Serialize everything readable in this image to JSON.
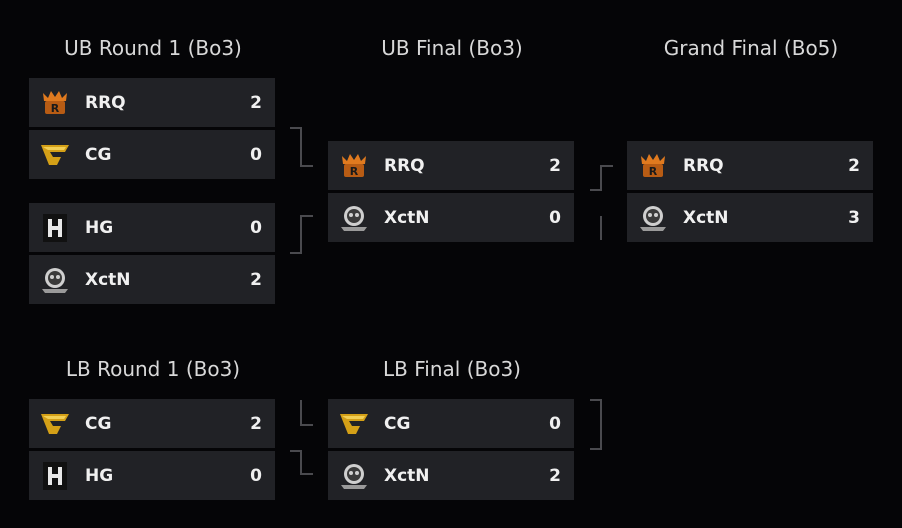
{
  "columns": {
    "ub_round1": "UB Round 1 (Bo3)",
    "ub_final": "UB Final (Bo3)",
    "grand_final": "Grand Final (Bo5)",
    "lb_round1": "LB Round 1 (Bo3)",
    "lb_final": "LB Final (Bo3)"
  },
  "matches": {
    "ub_r1_m1": [
      {
        "team": "RRQ",
        "score": "2",
        "logo": "rrq-logo-icon"
      },
      {
        "team": "CG",
        "score": "0",
        "logo": "cg-logo-icon"
      }
    ],
    "ub_r1_m2": [
      {
        "team": "HG",
        "score": "0",
        "logo": "hg-logo-icon"
      },
      {
        "team": "XctN",
        "score": "2",
        "logo": "xctn-logo-icon"
      }
    ],
    "ub_final": [
      {
        "team": "RRQ",
        "score": "2",
        "logo": "rrq-logo-icon"
      },
      {
        "team": "XctN",
        "score": "0",
        "logo": "xctn-logo-icon"
      }
    ],
    "grand_final": [
      {
        "team": "RRQ",
        "score": "2",
        "logo": "rrq-logo-icon"
      },
      {
        "team": "XctN",
        "score": "3",
        "logo": "xctn-logo-icon"
      }
    ],
    "lb_r1": [
      {
        "team": "CG",
        "score": "2",
        "logo": "cg-logo-icon"
      },
      {
        "team": "HG",
        "score": "0",
        "logo": "hg-logo-icon"
      }
    ],
    "lb_final": [
      {
        "team": "CG",
        "score": "0",
        "logo": "cg-logo-icon"
      },
      {
        "team": "XctN",
        "score": "2",
        "logo": "xctn-logo-icon"
      }
    ]
  },
  "colors": {
    "background": "#050507",
    "card": "#212226",
    "connector": "#4a4a4e",
    "rrq_orange": "#e07a1f",
    "cg_gold": "#d4a017"
  }
}
